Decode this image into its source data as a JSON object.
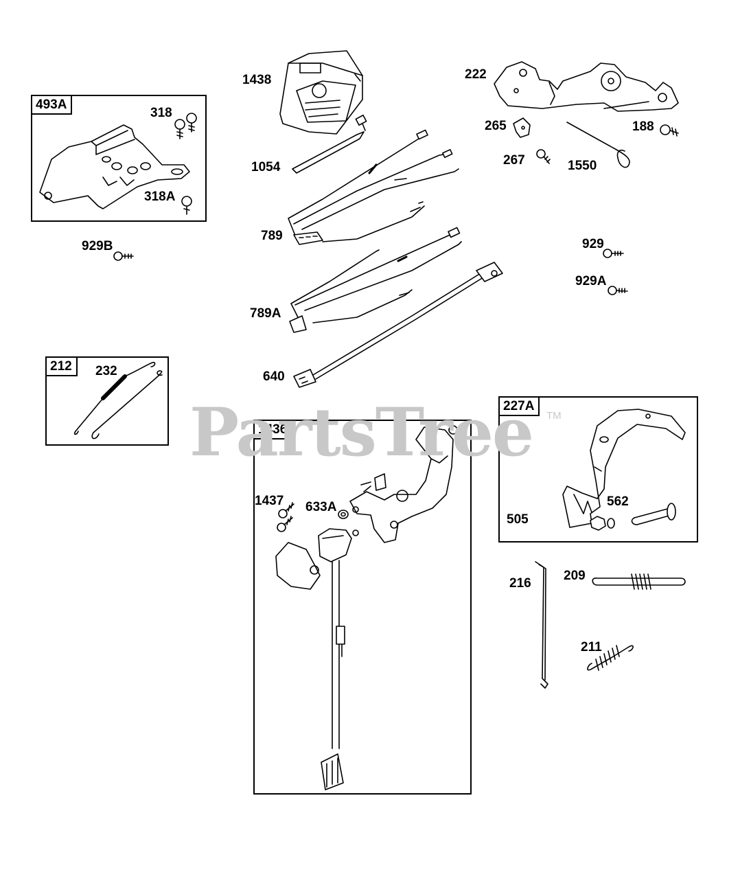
{
  "watermark": {
    "text": "PartsTree",
    "tm": "TM"
  },
  "groups": [
    {
      "id": "493A"
    },
    {
      "id": "212"
    },
    {
      "id": "1436"
    },
    {
      "id": "227A"
    }
  ],
  "callouts": [
    "1438",
    "222",
    "318",
    "265",
    "188",
    "1054",
    "267",
    "1550",
    "318A",
    "789",
    "929B",
    "929",
    "929A",
    "789A",
    "232",
    "640",
    "1437",
    "633A",
    "562",
    "505",
    "216",
    "209",
    "211"
  ]
}
